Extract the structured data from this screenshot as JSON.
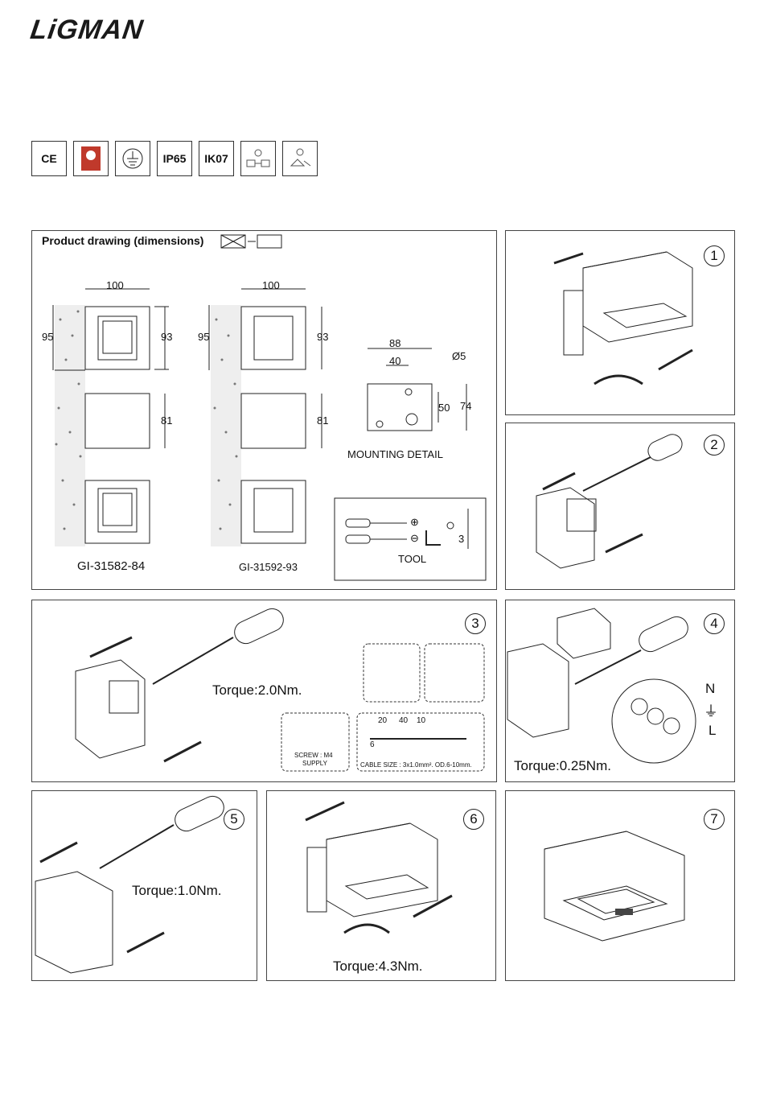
{
  "brand": {
    "logo": "LiGMAN"
  },
  "badges": [
    "CE",
    "IP65",
    "IK07"
  ],
  "product_drawing": {
    "title": "Product drawing (dimensions)",
    "model_a": "GI-31582-84",
    "model_b": "GI-31592-93",
    "dims": {
      "width": "100",
      "height": "93",
      "wall": "95",
      "body": "81"
    },
    "mounting_detail": {
      "label": "MOUNTING DETAIL",
      "w": "88",
      "w2": "40",
      "hole": "Ø5",
      "h1": "50",
      "h2": "74"
    },
    "tool": {
      "label": "TOOL",
      "plus": "⊕",
      "minus": "⊖",
      "hex": "3"
    }
  },
  "steps": [
    {
      "num": "1"
    },
    {
      "num": "2"
    },
    {
      "num": "3",
      "torque": "Torque:2.0Nm.",
      "screw_label": "SCREW : M4",
      "supply_label": "SUPPLY",
      "strip": [
        "20",
        "40",
        "10",
        "6"
      ],
      "cable_size": "CABLE SIZE : 3x1.0mm². OD.6-10mm."
    },
    {
      "num": "4",
      "torque": "Torque:0.25Nm.",
      "terminals": [
        "N",
        "⏚",
        "L"
      ]
    },
    {
      "num": "5",
      "torque": "Torque:1.0Nm."
    },
    {
      "num": "6",
      "torque": "Torque:4.3Nm."
    },
    {
      "num": "7"
    }
  ]
}
